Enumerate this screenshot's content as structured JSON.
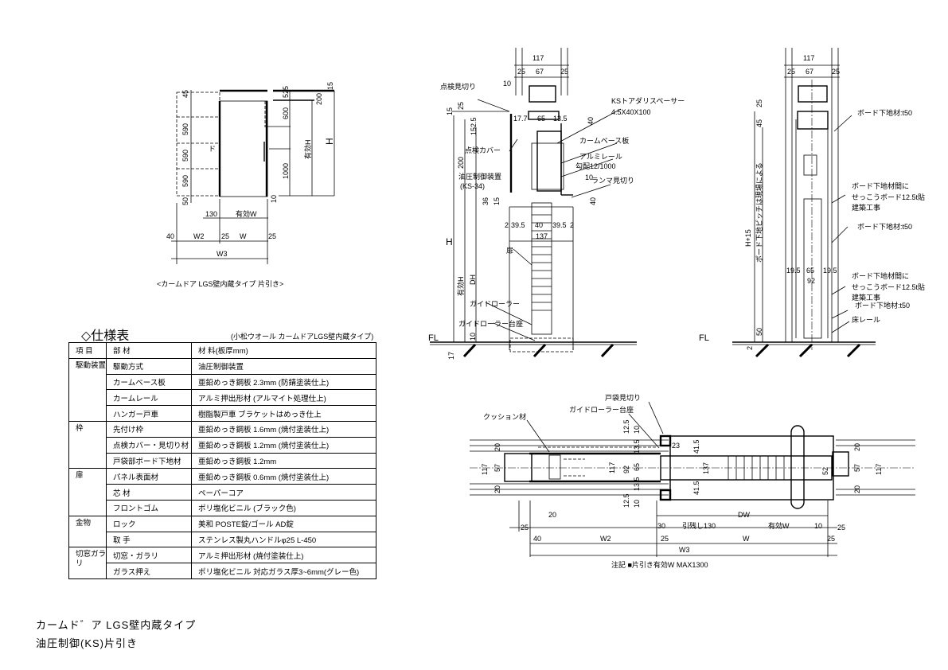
{
  "elevation": {
    "caption": "<カームドア LGS壁内蔵タイプ 片引き>",
    "left_dims": [
      "45",
      "590",
      "590",
      "590",
      "50"
    ],
    "right_dims": [
      "525",
      "600",
      "1000",
      "200",
      "有効H",
      "H",
      "15",
      "10"
    ],
    "handle_mark": "ド",
    "bottom_dims": [
      "130",
      "有効W",
      "40",
      "W2",
      "25",
      "W",
      "25",
      "W3"
    ]
  },
  "spec": {
    "title": "◇仕様表",
    "subtitle": "(小松ウオール カームドアLGS壁内蔵タイプ)",
    "headers": [
      "項 目",
      "部 材",
      "材 料(板厚mm)"
    ],
    "groups": [
      "駆動装置",
      "枠",
      "扉",
      "金物",
      "切窓ガラリ"
    ],
    "rows": [
      {
        "part": "駆動方式",
        "material": "油圧制御装置"
      },
      {
        "part": "カームベース板",
        "material": "亜鉛めっき鋼板 2.3mm (防錆塗装仕上)"
      },
      {
        "part": "カームレール",
        "material": "アルミ押出形材 (アルマイト処理仕上)"
      },
      {
        "part": "ハンガー戸車",
        "material": "樹脂製戸車 ブラケットはめっき仕上"
      },
      {
        "part": "先付け枠",
        "material": "亜鉛めっき鋼板 1.6mm (焼付塗装仕上)"
      },
      {
        "part": "点検カバー・見切り材",
        "material": "亜鉛めっき鋼板 1.2mm (焼付塗装仕上)"
      },
      {
        "part": "戸袋部ボード下地材",
        "material": "亜鉛めっき鋼板 1.2mm"
      },
      {
        "part": "パネル表面材",
        "material": "亜鉛めっき鋼板 0.6mm (焼付塗装仕上)"
      },
      {
        "part": "芯 材",
        "material": "ペーパーコア"
      },
      {
        "part": "フロントゴム",
        "material": "ポリ塩化ビニル (ブラック色)"
      },
      {
        "part": "ロック",
        "material": "美和 POSTE錠/ゴール AD錠"
      },
      {
        "part": "取 手",
        "material": "ステンレス製丸ハンドルφ25 L-450"
      },
      {
        "part": "切窓・ガラリ",
        "material": "アルミ押出形材 (焼付塗装仕上)"
      },
      {
        "part": "ガラス押え",
        "material": "ポリ塩化ビニル 対応ガラス厚3~6mm(グレー色)"
      }
    ]
  },
  "footer": {
    "line1": "カームド゛ア LGS壁内蔵タイプ",
    "line2": "油圧制御(KS)片引き"
  },
  "section_mid": {
    "dims_top": [
      "117",
      "25",
      "67",
      "25"
    ],
    "labels": [
      "点検見切り",
      "KSトアダリスペーサー",
      "4.5X40X100",
      "カームベース板",
      "アルミレール",
      "勾配12/1000",
      "点検カバー",
      "油圧制御装置",
      "(KS-34)",
      "ランマ見切り",
      "扉",
      "ガイドローラー",
      "ガイドローラー台座",
      "FL"
    ],
    "dims": [
      "10",
      "15",
      "25",
      "17.7",
      "65",
      "13.5",
      "40",
      "152.5",
      "200",
      "36",
      "15",
      "10",
      "40",
      "2",
      "39.5",
      "40",
      "39.5",
      "2",
      "137",
      "H",
      "有効H",
      "DH",
      "10",
      "17"
    ]
  },
  "section_right": {
    "dims_top": [
      "117",
      "25",
      "67",
      "25"
    ],
    "labels": [
      "ボード下地材:t50",
      "ボード下地材間に",
      "せっこうボード12.5t貼",
      "建築工事",
      "ボード下地材:t50",
      "ボード下地材間に",
      "せっこうボード12.5t貼",
      "建築工事",
      "ボード下地材:t50",
      "床レール",
      "FL",
      "ボード下地ピッチは現場による"
    ],
    "dims": [
      "25",
      "45",
      "H+15",
      "19.5",
      "65",
      "19.5",
      "92",
      "50",
      "2"
    ]
  },
  "plan": {
    "labels": [
      "クッション材",
      "ガイドローラー台座",
      "戸袋見切り"
    ],
    "dims": [
      "12.5",
      "10",
      "13.5",
      "65",
      "13.5",
      "10",
      "12.5",
      "117",
      "92",
      "23",
      "41.5",
      "41.5",
      "137",
      "20",
      "57",
      "20",
      "117",
      "52",
      "20",
      "57",
      "20",
      "117"
    ],
    "bottom_dims": [
      "25",
      "20",
      "40",
      "W2",
      "30",
      "引残し130",
      "有効W",
      "10",
      "DW",
      "25",
      "W",
      "25",
      "25",
      "W3"
    ],
    "note": "注記 ■片引き有効W MAX1300"
  }
}
